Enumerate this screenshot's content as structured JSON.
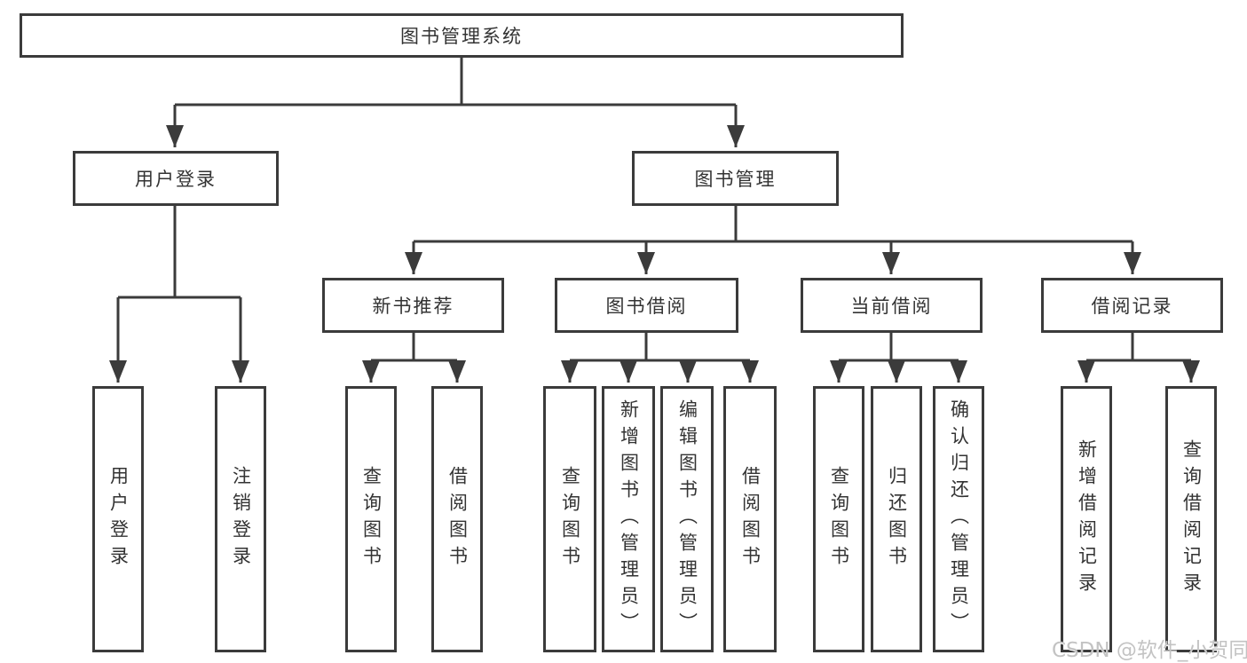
{
  "tree": {
    "label": "图书管理系统",
    "children": [
      {
        "label": "用户登录",
        "children": [
          {
            "label": "用户登录"
          },
          {
            "label": "注销登录"
          }
        ]
      },
      {
        "label": "图书管理",
        "children": [
          {
            "label": "新书推荐",
            "children": [
              {
                "label": "查询图书"
              },
              {
                "label": "借阅图书"
              }
            ]
          },
          {
            "label": "图书借阅",
            "children": [
              {
                "label": "查询图书"
              },
              {
                "label": "新增图书（管理员）"
              },
              {
                "label": "编辑图书（管理员）"
              },
              {
                "label": "借阅图书"
              }
            ]
          },
          {
            "label": "当前借阅",
            "children": [
              {
                "label": "查询图书"
              },
              {
                "label": "归还图书"
              },
              {
                "label": "确认归还（管理员）"
              }
            ]
          },
          {
            "label": "借阅记录",
            "children": [
              {
                "label": "新增借阅记录"
              },
              {
                "label": "查询借阅记录"
              }
            ]
          }
        ]
      }
    ]
  },
  "watermark": {
    "text": "CSDN @软件_小贺同学"
  },
  "colors": {
    "line": "#3b3b3b",
    "text": "#333333",
    "watermark": "#c3c3c3",
    "background": "#ffffff"
  }
}
